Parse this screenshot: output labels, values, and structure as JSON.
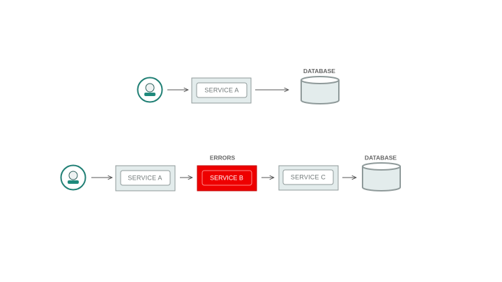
{
  "colors": {
    "accent_teal": "#1f7f74",
    "service_fill": "#e3ecec",
    "error_red": "#ee0000"
  },
  "diagram_top": {
    "user_icon": "user-icon",
    "service_a": "SERVICE A",
    "database_label": "DATABASE",
    "database_icon": "database-icon"
  },
  "diagram_bottom": {
    "user_icon": "user-icon",
    "service_a": "SERVICE A",
    "errors_label": "ERRORS",
    "service_b": "SERVICE B",
    "service_c": "SERVICE C",
    "database_label": "DATABASE",
    "database_icon": "database-icon"
  }
}
